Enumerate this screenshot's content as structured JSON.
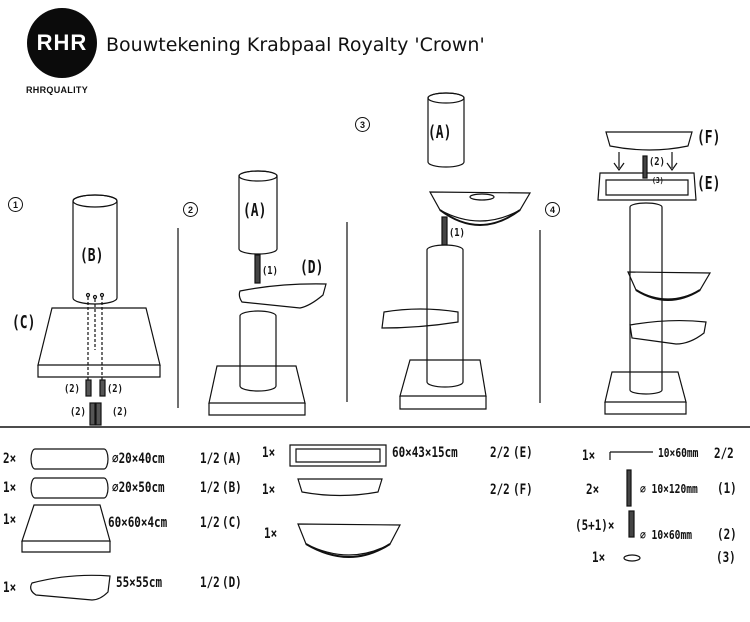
{
  "header": {
    "logo_text": "RHR",
    "logo_subtext": "RHRQUALITY",
    "title": "Bouwtekening Krabpaal Royalty 'Crown'"
  },
  "steps": {
    "step1": {
      "number": "1",
      "post_label": "(B)",
      "base_label": "(C)",
      "screw_top_left": "(2)",
      "screw_top_right": "(2)",
      "screw_bottom_left": "(2)",
      "screw_bottom_right": "(2)"
    },
    "step2": {
      "number": "2",
      "top_label": "(A)",
      "platform_label": "(D)",
      "connector_label": "(1)"
    },
    "step3": {
      "number": "3",
      "top_label": "(A)",
      "connector_label": "(1)"
    },
    "step4": {
      "number": "4",
      "cushion_label": "(F)",
      "box_label": "(E)",
      "screw_label": "(2)",
      "washer_label": "(3)"
    }
  },
  "parts": {
    "A": {
      "qty": "2×",
      "dims": "∅20×40cm",
      "count": "1/2",
      "code": "(A)"
    },
    "B": {
      "qty": "1×",
      "dims": "∅20×50cm",
      "count": "1/2",
      "code": "(B)"
    },
    "C": {
      "qty": "1×",
      "dims": "60×60×4cm",
      "count": "1/2",
      "code": "(C)"
    },
    "D": {
      "qty": "1×",
      "dims": "55×55cm",
      "count": "1/2",
      "code": "(D)"
    },
    "E": {
      "qty": "1×",
      "dims": "60×43×15cm",
      "count": "2/2",
      "code": "(E)"
    },
    "F": {
      "qty": "1×",
      "count": "2/2",
      "code": "(F)"
    },
    "basket": {
      "qty": "1×"
    },
    "wrench": {
      "qty": "1×",
      "dims": "10×60mm",
      "count": "2/2"
    },
    "bolt1": {
      "qty": "2×",
      "dims": "∅ 10×120mm",
      "code": "(1)"
    },
    "bolt2": {
      "qty": "(5+1)×",
      "dims": "∅ 10×60mm",
      "code": "(2)"
    },
    "washer": {
      "qty": "1×",
      "code": "(3)"
    }
  }
}
